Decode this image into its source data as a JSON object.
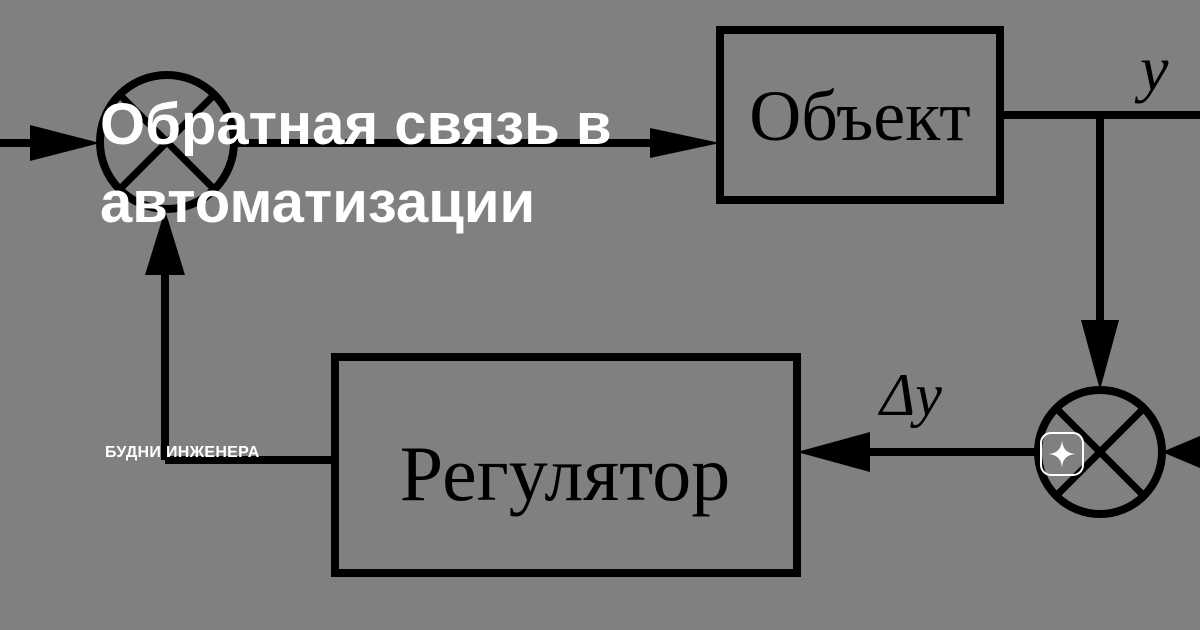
{
  "card": {
    "title_line1": "Обратная связь в",
    "title_line2": "автоматизации",
    "channel_name": "БУДНИ ИНЖЕНЕРА",
    "logo_icon": "sparkle-star-icon"
  },
  "diagram": {
    "object_label": "Объект",
    "regulator_label": "Регулятор",
    "output_label": "y",
    "error_label": "Δy"
  },
  "colors": {
    "background": "#808080",
    "text": "#ffffff",
    "lines": "#000000"
  }
}
